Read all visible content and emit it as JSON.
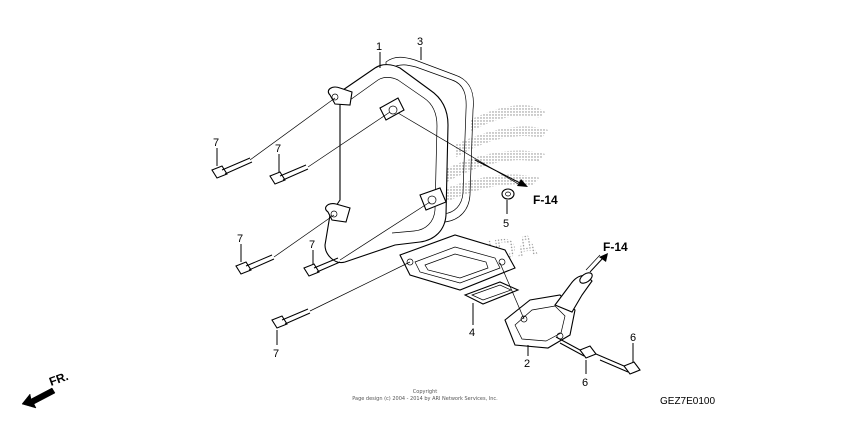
{
  "diagram": {
    "code": "GEZ7E0100",
    "copyright_line1": "Copyright",
    "copyright_line2": "Page design (c) 2004 - 2014 by ARI Network Services, Inc.",
    "direction": "FR.",
    "ref_top": "F-14",
    "ref_bottom": "F-14",
    "watermark": "HONDA",
    "callouts": {
      "c1": "1",
      "c2": "2",
      "c3": "3",
      "c4": "4",
      "c5": "5",
      "c6a": "6",
      "c6b": "6",
      "c7a": "7",
      "c7b": "7",
      "c7c": "7",
      "c7d": "7",
      "c7e": "7"
    }
  }
}
